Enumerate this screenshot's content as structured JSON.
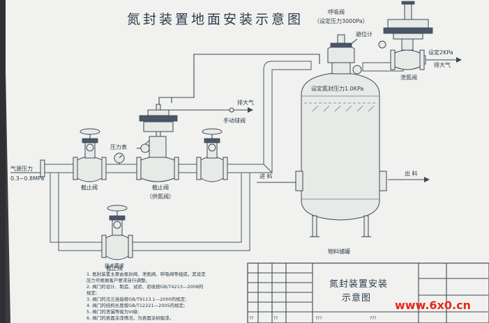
{
  "title": "氮封装置地面安装示意图",
  "labels": {
    "breather_valve": "呼吸阀",
    "breather_set": "（设定压力3000Pa）",
    "lightning_rod": "避位计",
    "set_pressure": "设定2KPa",
    "to_atm_right": "排大气",
    "vent_valve": "泄氮阀",
    "nitrogen_set": "设定氮封压力1.0KPa",
    "to_atm_left": "排大气",
    "manual_valve": "手动球阀",
    "gauge": "压力表",
    "supply_pressure_1": "气源压力",
    "supply_pressure_2": "0.3~0.8MPa",
    "stop_valve_left": "截止阀",
    "supply_valve_1": "截止阀",
    "supply_valve_2": "（供氮阀）",
    "stop_valve_bottom": "截止阀",
    "feed_in": "进 料",
    "discharge": "出 料",
    "tank": "物料储罐"
  },
  "notes": {
    "heading": "技术要求",
    "items": [
      "1. 氮封装置主要由氮封阀、泄氮阀、呼吸阀等组成，其设定",
      "   压力可根据客户要求自行调整。",
      "2. 阀门的设计、制造、试验、验收按GB/T4213—2008的",
      "   规定;",
      "3. 阀门的法兰连接按GB/T9113.1—2000的规定;",
      "4. 阀门的结构长度按GB/T12221—2005的规定;",
      "5. 阀门的泄漏等级为VI级;",
      "6. 阀门的表面涂漆情况，为表面涂树脂漆。"
    ]
  },
  "title_block": {
    "title_line1": "氮封装置安装",
    "title_line2": "示意图",
    "small_cells": [
      "??",
      "??",
      "???",
      "???"
    ]
  },
  "watermark": "www.6x0.cn",
  "colors": {
    "paper": "#f1f2ef",
    "ink": "#2b3a4a",
    "watermark_red": "#e8261c"
  }
}
